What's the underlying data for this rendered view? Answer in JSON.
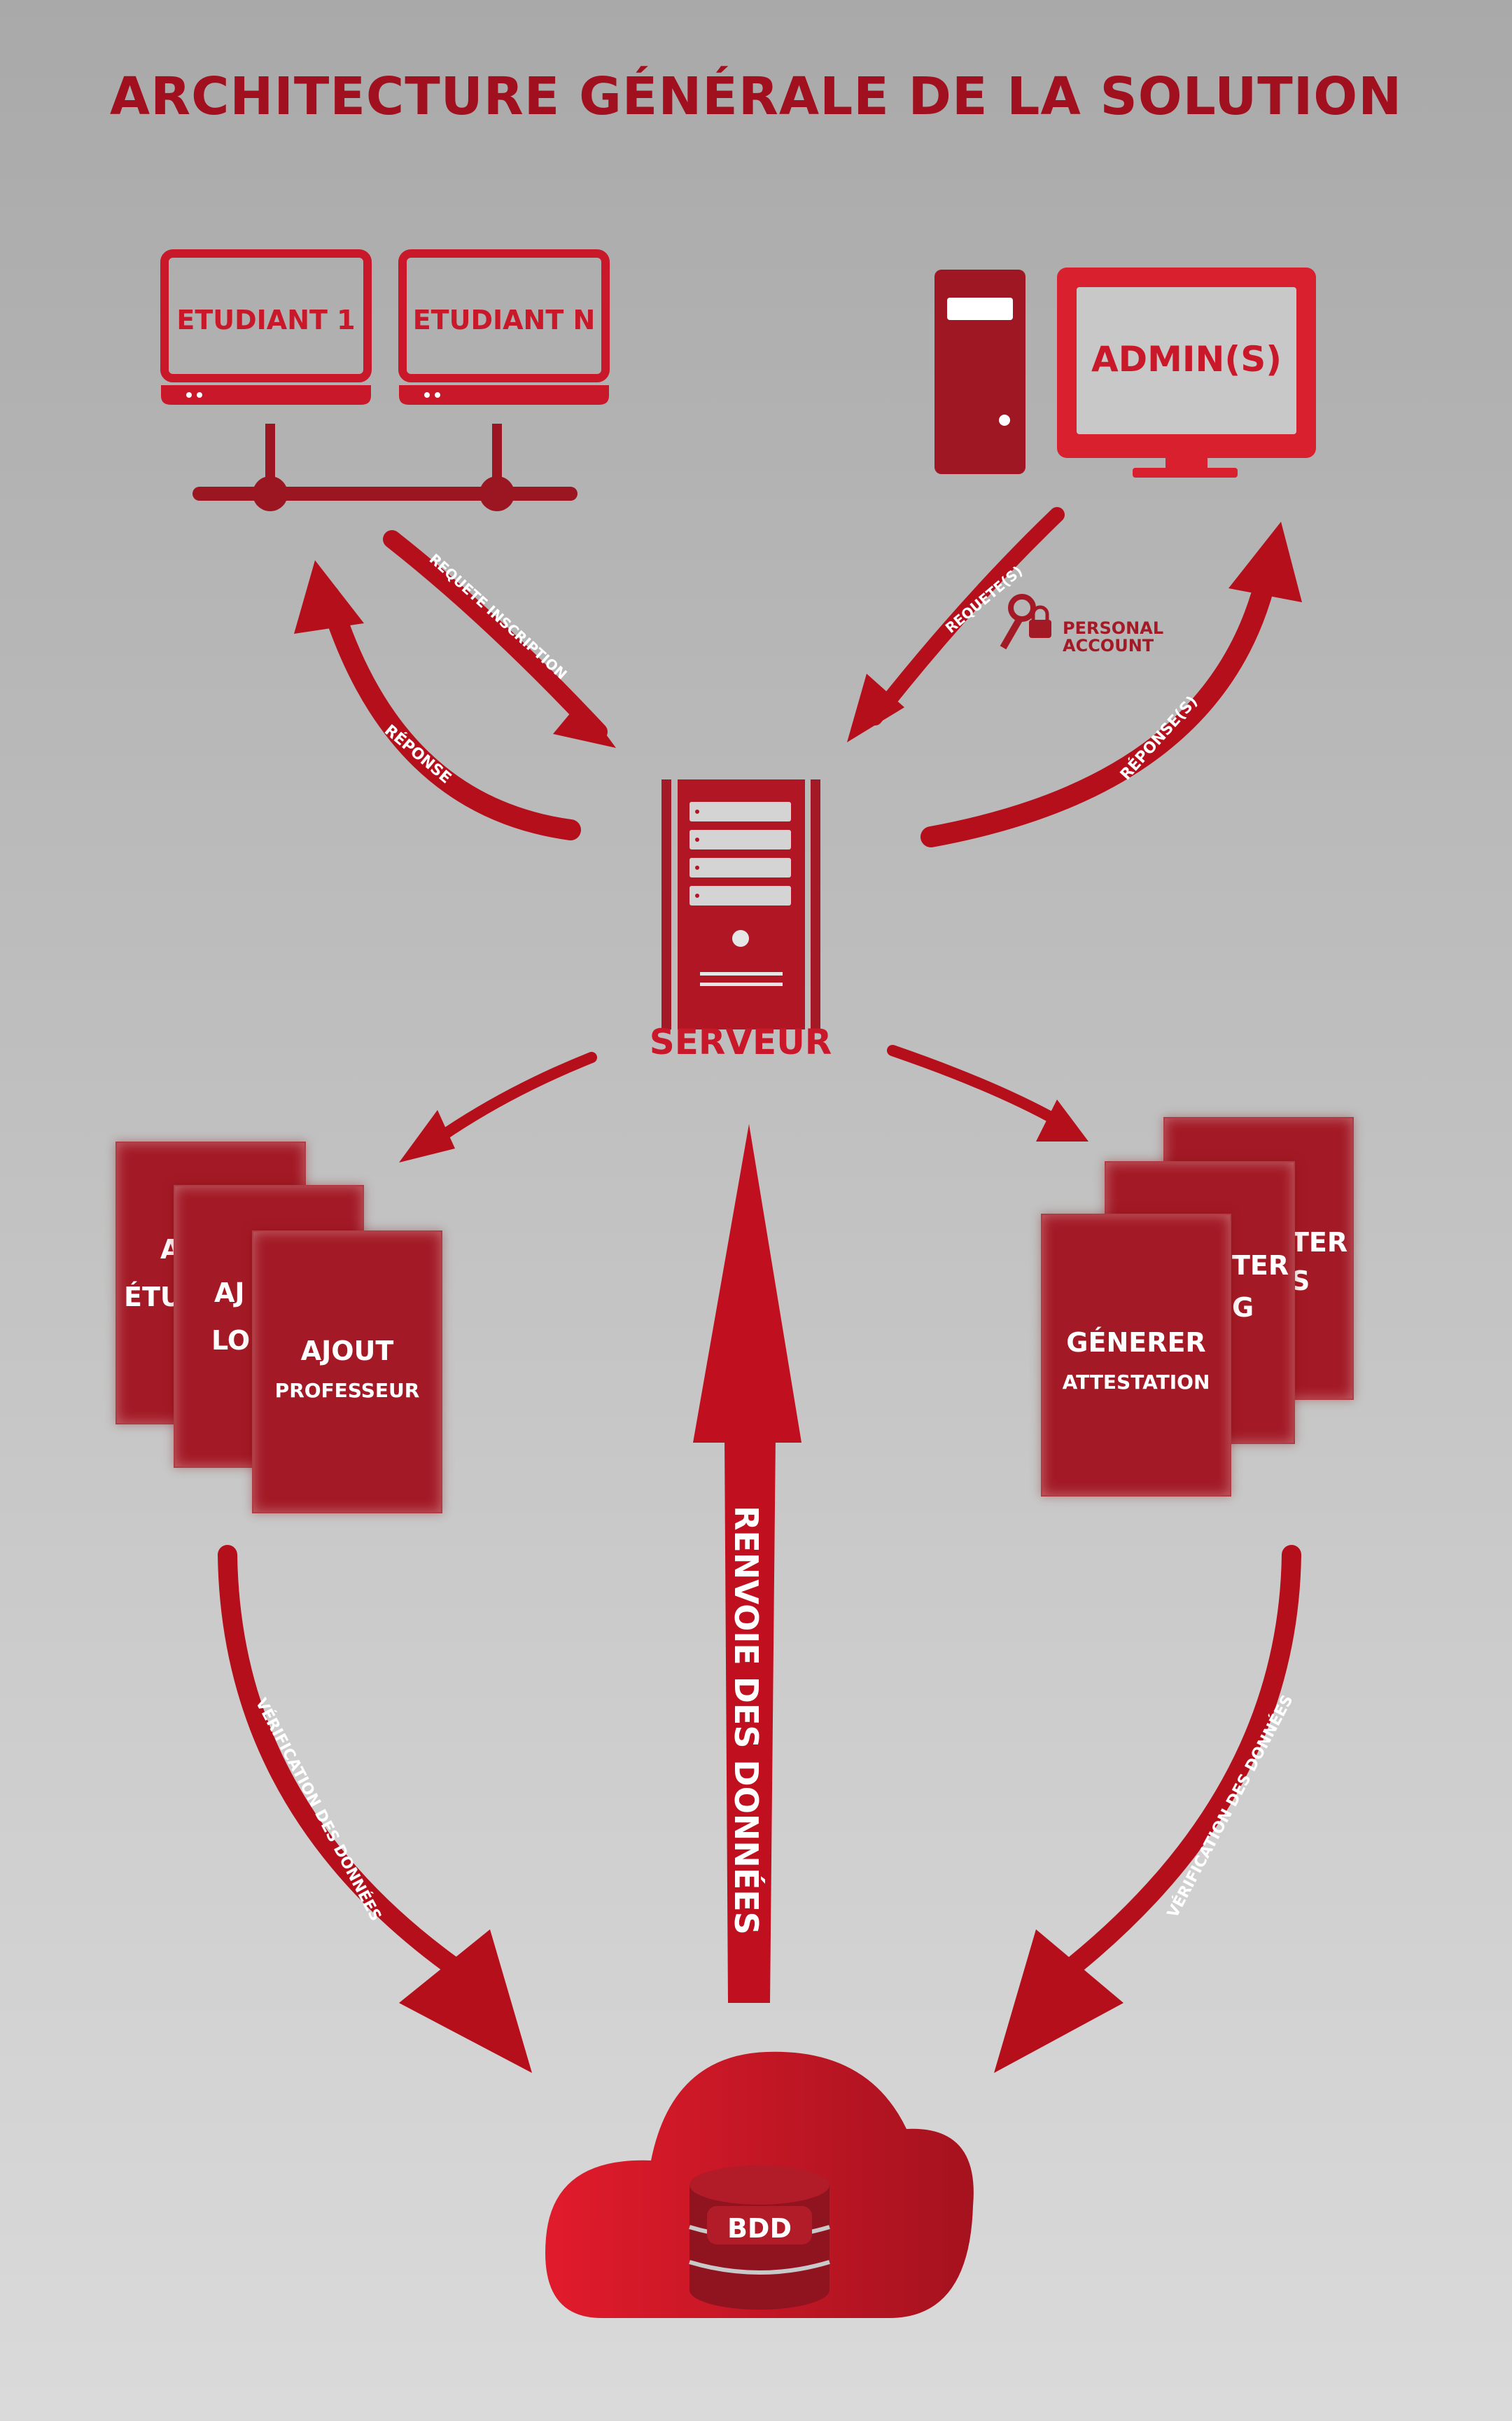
{
  "title": "ARCHITECTURE GÉNÉRALE DE LA SOLUTION",
  "nodes": {
    "student1": "ETUDIANT 1",
    "studentN": "ETUDIANT N",
    "admin": "ADMIN(S)",
    "server": "SERVEUR",
    "database": "BDD",
    "personal_account": [
      "PERSONAL",
      "ACCOUNT"
    ]
  },
  "arrows": {
    "requete_inscription": "REQUETE INSCRIPTION",
    "reponse": "RÉPONSE",
    "requetes": "REQUETE(S)",
    "reponses": "RÉPONSE(S)",
    "verification_left": "VÉRIFICATION DES DONNÉES",
    "verification_right": "VÉRIFICATION DES DONNÉES",
    "renvoie": "RENVOIE DES DONNÉES"
  },
  "left_stack": {
    "back_fragments": [
      "A",
      "ÉTU"
    ],
    "middle_fragments": [
      "AJ",
      "LO"
    ],
    "front": [
      "AJOUT",
      "PROFESSEUR"
    ]
  },
  "right_stack": {
    "back_fragments": [
      "TER",
      "S"
    ],
    "middle_fragments": [
      "TER",
      "G"
    ],
    "front": [
      "GÉNERER",
      "ATTESTATION"
    ]
  },
  "colors": {
    "primary": "#a31a26",
    "bright": "#d8202e",
    "arrow": "#b50f1c",
    "title": "#a0101f"
  }
}
